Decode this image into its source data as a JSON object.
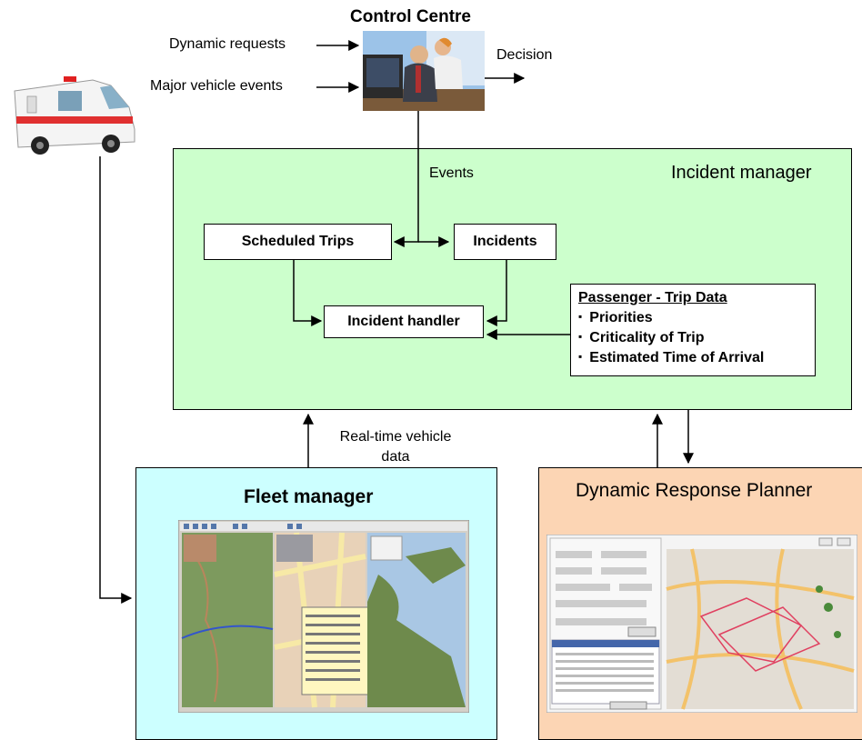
{
  "control_centre": {
    "title": "Control Centre",
    "inputs": [
      "Dynamic requests",
      "Major vehicle events"
    ],
    "output": "Decision"
  },
  "incident_manager": {
    "title": "Incident manager",
    "events_label": "Events",
    "scheduled_trips": "Scheduled Trips",
    "incidents": "Incidents",
    "incident_handler": "Incident handler",
    "passenger_trip_data": {
      "heading": "Passenger - Trip Data",
      "items": [
        "Priorities",
        "Criticality of Trip",
        "Estimated Time of Arrival"
      ]
    }
  },
  "fleet_manager": {
    "title": "Fleet manager",
    "link_label": "Real-time vehicle\ndata"
  },
  "dynamic_response_planner": {
    "title": "Dynamic Response Planner"
  },
  "colors": {
    "incident_bg": "#ccffcc",
    "fleet_bg": "#ccffff",
    "planner_bg": "#fcd5b4"
  }
}
